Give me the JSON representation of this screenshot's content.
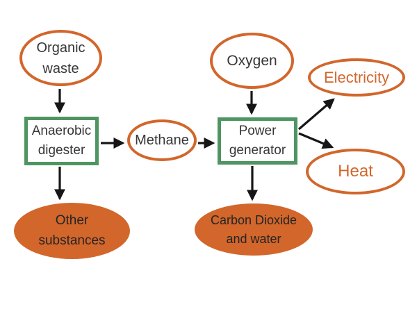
{
  "colors": {
    "orange": "#D2662B",
    "green": "#4E9561",
    "ink": "#363636",
    "arrow": "#161616",
    "bg": "#ffffff"
  },
  "nodes": {
    "organic_waste": {
      "label": "Organic\nwaste",
      "shape": "ellipse-outline"
    },
    "anaerobic_digester": {
      "label": "Anaerobic\ndigester",
      "shape": "rect-process"
    },
    "methane": {
      "label": "Methane",
      "shape": "ellipse-outline"
    },
    "oxygen": {
      "label": "Oxygen",
      "shape": "ellipse-outline"
    },
    "power_generator": {
      "label": "Power\ngenerator",
      "shape": "rect-process"
    },
    "electricity": {
      "label": "Electricity",
      "shape": "ellipse-outline-accent"
    },
    "heat": {
      "label": "Heat",
      "shape": "ellipse-outline-accent"
    },
    "other_substances": {
      "label": "Other\nsubstances",
      "shape": "ellipse-filled"
    },
    "carbon_dioxide_water": {
      "label": "Carbon Dioxide\nand water",
      "shape": "ellipse-filled"
    }
  },
  "edges": [
    {
      "from": "Organic waste",
      "to": "Anaerobic digester"
    },
    {
      "from": "Anaerobic digester",
      "to": "Methane"
    },
    {
      "from": "Methane",
      "to": "Power generator"
    },
    {
      "from": "Oxygen",
      "to": "Power generator"
    },
    {
      "from": "Power generator",
      "to": "Electricity"
    },
    {
      "from": "Power generator",
      "to": "Heat"
    },
    {
      "from": "Anaerobic digester",
      "to": "Other substances"
    },
    {
      "from": "Power generator",
      "to": "Carbon Dioxide and water"
    }
  ]
}
